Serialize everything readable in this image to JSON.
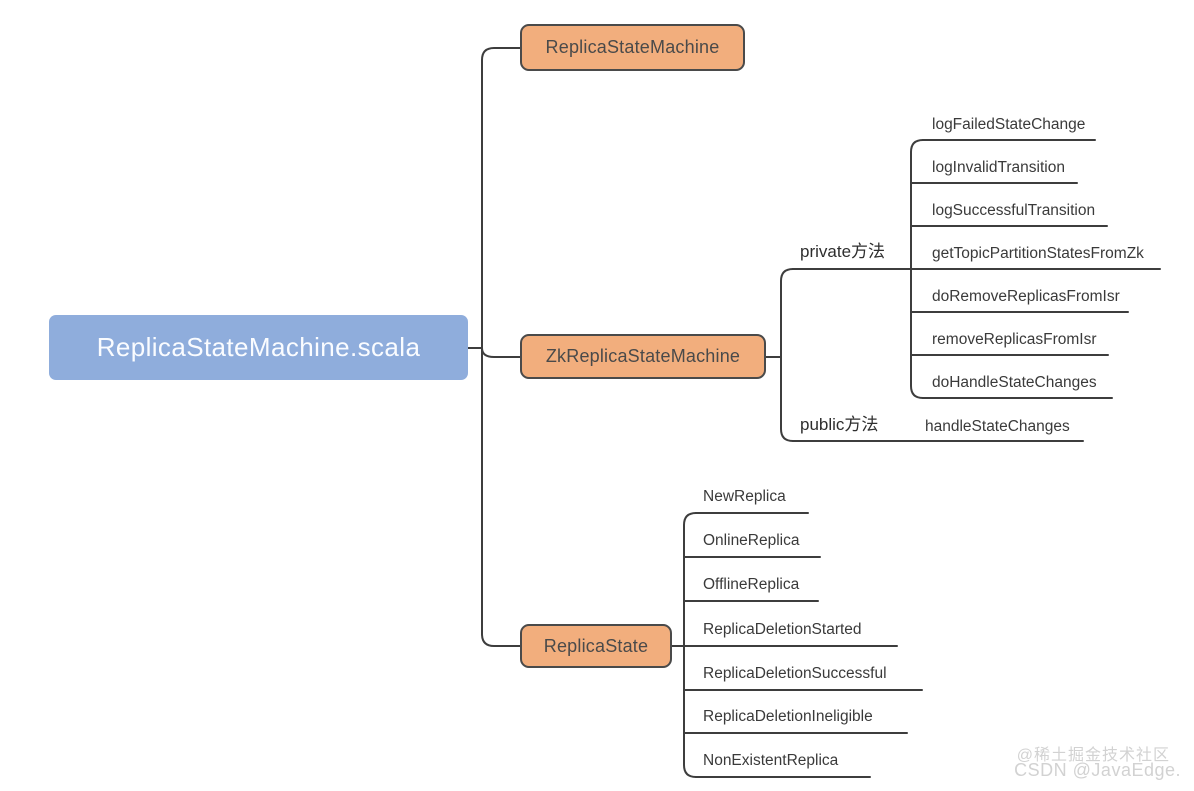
{
  "root": {
    "label": "ReplicaStateMachine.scala"
  },
  "classes": {
    "replica_state_machine": {
      "label": "ReplicaStateMachine"
    },
    "zk_replica_state_machine": {
      "label": "ZkReplicaStateMachine"
    },
    "replica_state": {
      "label": "ReplicaState"
    }
  },
  "zk_groups": {
    "private": {
      "label": "private方法",
      "methods": [
        "logFailedStateChange",
        "logInvalidTransition",
        "logSuccessfulTransition",
        "getTopicPartitionStatesFromZk",
        "doRemoveReplicasFromIsr",
        "removeReplicasFromIsr",
        "doHandleStateChanges"
      ]
    },
    "public": {
      "label": "public方法",
      "methods": [
        "handleStateChanges"
      ]
    }
  },
  "replica_states": [
    "NewReplica",
    "OnlineReplica",
    "OfflineReplica",
    "ReplicaDeletionStarted",
    "ReplicaDeletionSuccessful",
    "ReplicaDeletionIneligible",
    "NonExistentReplica"
  ],
  "watermark": {
    "line1": "@稀土掘金技术社区",
    "line2": "CSDN @JavaEdge."
  },
  "colors": {
    "node_fill": "#f2ae7d",
    "node_border": "#4a4a4a",
    "root_fill": "#8faddc",
    "root_text": "#fafcff",
    "line": "#3d3d3d",
    "leaf_text": "#3a3a3a",
    "watermark_text": "#d2d2d2",
    "background": "#ffffff"
  }
}
